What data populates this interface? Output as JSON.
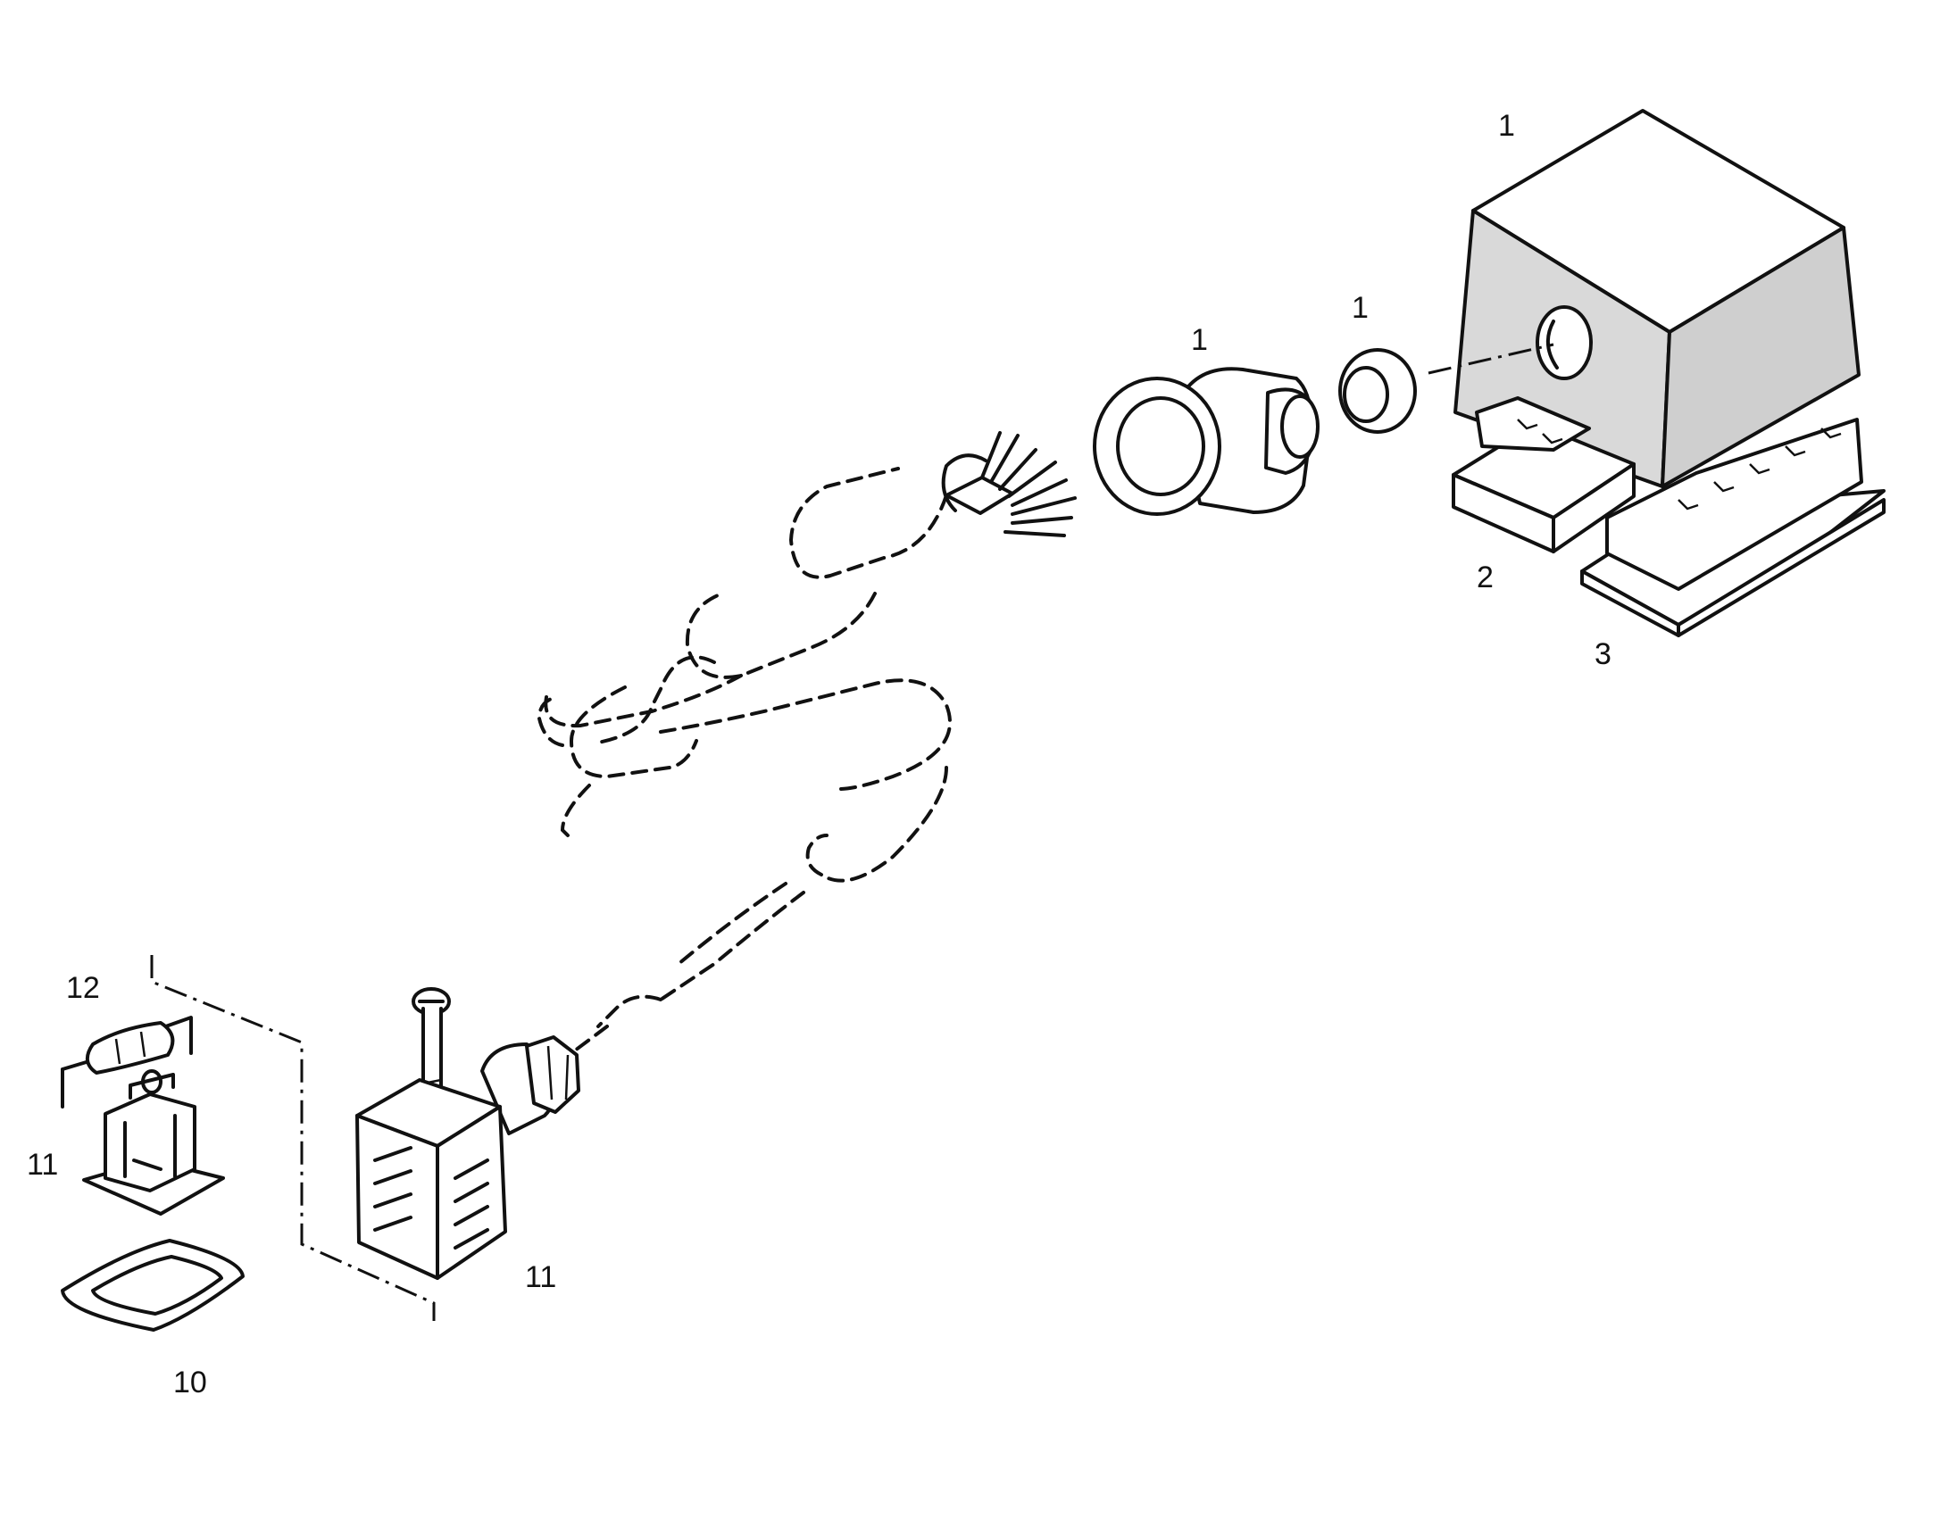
{
  "labels": {
    "hood": "1",
    "seal": "1",
    "gland": "1",
    "insert_small": "2",
    "insert_large": "3",
    "plug_connector": "11",
    "contact_carrier": "11",
    "component": "12",
    "gasket": "10"
  },
  "colors": {
    "ink": "#111111",
    "background": "#ffffff"
  }
}
